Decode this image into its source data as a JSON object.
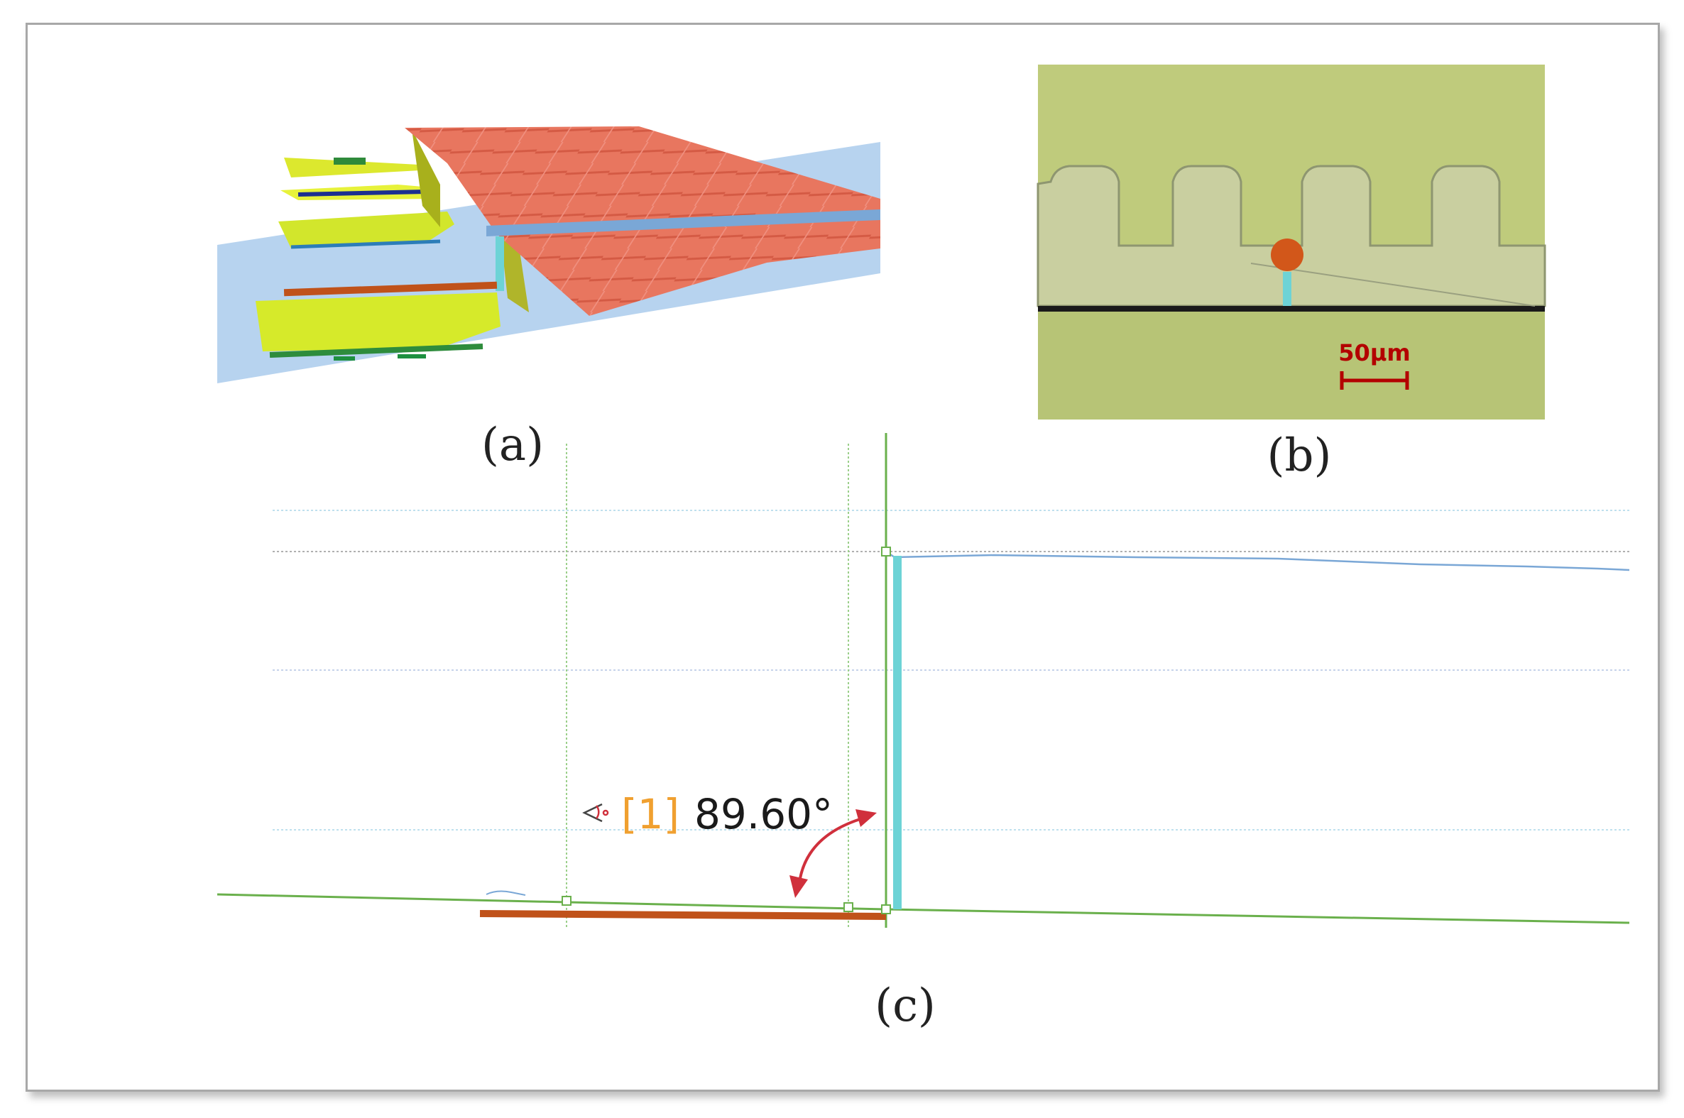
{
  "figure": {
    "panels": [
      {
        "id": "a",
        "label": "(a)"
      },
      {
        "id": "b",
        "label": "(b)"
      },
      {
        "id": "c",
        "label": "(c)"
      }
    ]
  },
  "micrograph": {
    "scale_bar_label": "50μm"
  },
  "angle_measurement": {
    "index": "[1]",
    "value": "89.60°"
  },
  "colors": {
    "reference_line": "#c0521a",
    "depth_marker": "#6dd3d6",
    "profile_line": "#6ab04c",
    "surface_trace": "#7aa7d6",
    "rib_top": "#e8765f",
    "annotation_orange": "#f0a030",
    "arrow_red": "#d0303c"
  },
  "icons": [
    "angle-measure-icon",
    "rotation-arrow-icon"
  ]
}
